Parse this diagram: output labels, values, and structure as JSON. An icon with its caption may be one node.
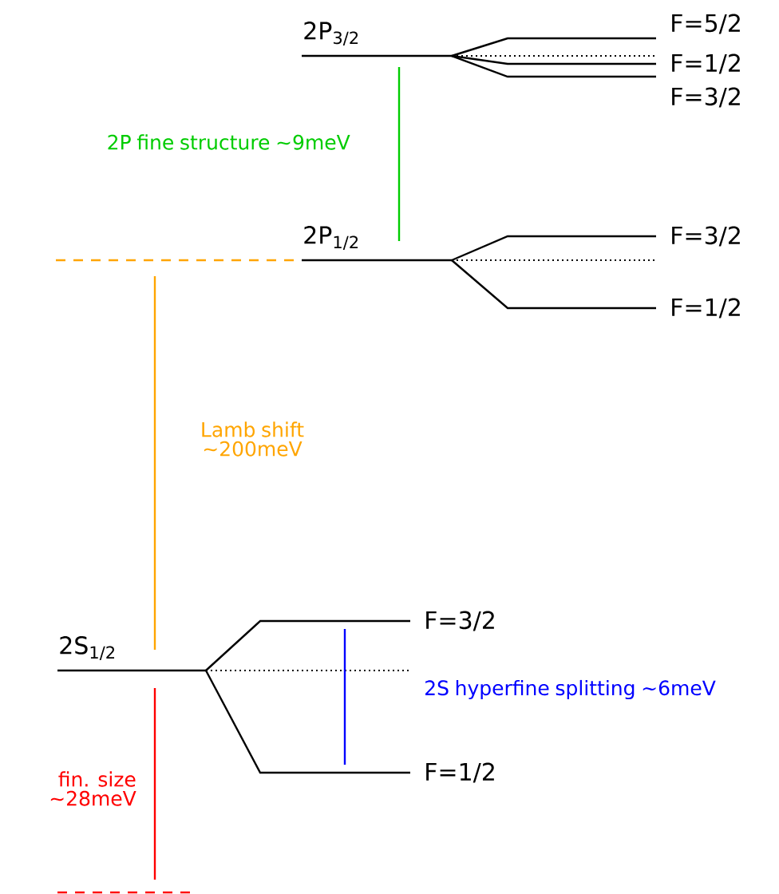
{
  "diagram": {
    "labels": [
      "2P$_{3/2}$",
      "F=5/2",
      "F=1/2",
      "F=3/2",
      "2P fine structure ~9meV",
      "2P$_{1/2}$",
      "F=3/2",
      "F=1/2",
      "Lamb shift ~200meV",
      "2S$_{1/2}$",
      "F=3/2",
      "2S hyperfine splitting ~6meV",
      "fin. size ~28meV",
      "F=1/2"
    ]
  }
}
